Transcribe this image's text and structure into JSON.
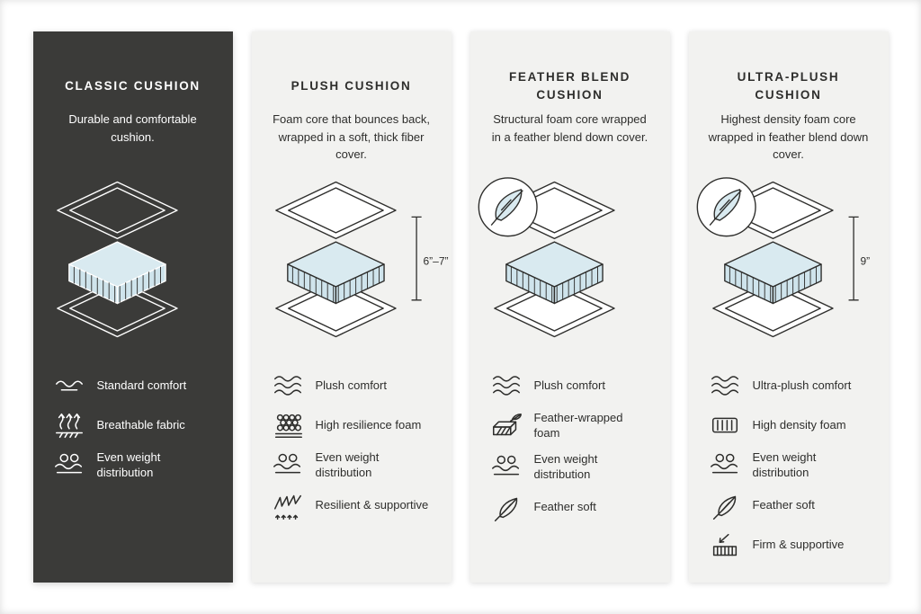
{
  "canvas": {
    "background": "#ffffff"
  },
  "colors": {
    "dark_card_bg": "#3b3b39",
    "light_card_bg": "#f2f2f0",
    "ink": "#2e2e2c",
    "foam_top": "#d9eaf0",
    "foam_side": "#cfe4ec"
  },
  "cards": [
    {
      "id": "classic-cushion",
      "theme": "dark",
      "title": "CLASSIC CUSHION",
      "description": "Durable and comfortable cushion.",
      "illustration": {
        "name": "layered-cushion",
        "feather_badge": false,
        "height_label": ""
      },
      "features": [
        {
          "icon": "wave",
          "label": "Standard comfort"
        },
        {
          "icon": "breathable",
          "label": "Breathable fabric"
        },
        {
          "icon": "even-weight",
          "label": "Even weight distribution"
        }
      ]
    },
    {
      "id": "plush-cushion",
      "theme": "light",
      "title": "PLUSH CUSHION",
      "description": "Foam core that bounces back, wrapped in a soft, thick fiber cover.",
      "illustration": {
        "name": "layered-cushion",
        "feather_badge": false,
        "height_label": "6”–7”"
      },
      "features": [
        {
          "icon": "waves",
          "label": "Plush comfort"
        },
        {
          "icon": "honeycomb",
          "label": "High resilience foam"
        },
        {
          "icon": "even-weight",
          "label": "Even weight distribution"
        },
        {
          "icon": "resilient",
          "label": "Resilient & supportive"
        }
      ]
    },
    {
      "id": "feather-blend-cushion",
      "theme": "light",
      "title": "FEATHER BLEND CUSHION",
      "description": "Structural foam core wrapped in a feather blend down cover.",
      "illustration": {
        "name": "layered-cushion",
        "feather_badge": true,
        "height_label": ""
      },
      "features": [
        {
          "icon": "waves",
          "label": "Plush comfort"
        },
        {
          "icon": "feather-foam",
          "label": "Feather-wrapped foam"
        },
        {
          "icon": "even-weight",
          "label": "Even weight distribution"
        },
        {
          "icon": "feather",
          "label": "Feather soft"
        }
      ]
    },
    {
      "id": "ultra-plush-cushion",
      "theme": "light",
      "title": "ULTRA-PLUSH CUSHION",
      "description": "Highest density foam core wrapped in feather blend down cover.",
      "illustration": {
        "name": "layered-cushion",
        "feather_badge": true,
        "height_label": "9”"
      },
      "features": [
        {
          "icon": "waves",
          "label": "Ultra-plush comfort"
        },
        {
          "icon": "density-foam",
          "label": "High density foam"
        },
        {
          "icon": "even-weight",
          "label": "Even weight distribution"
        },
        {
          "icon": "feather",
          "label": "Feather soft"
        },
        {
          "icon": "firm",
          "label": "Firm & supportive"
        }
      ]
    }
  ]
}
